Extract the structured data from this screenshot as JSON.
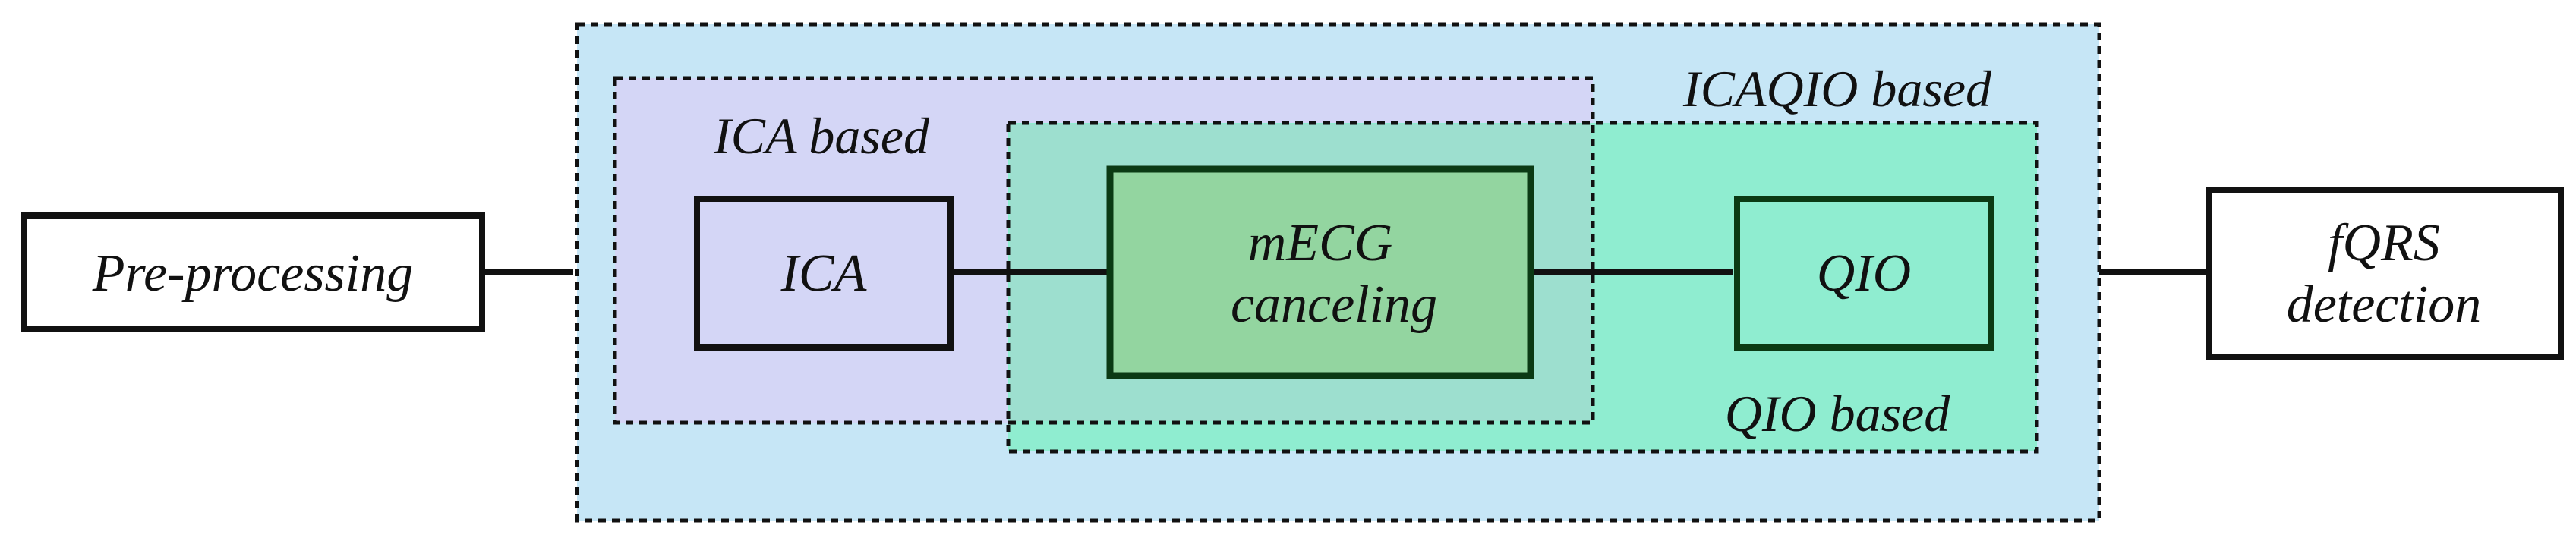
{
  "blocks": {
    "preprocessing": "Pre-processing",
    "ica": "ICA",
    "mecg_line1": "mECG",
    "mecg_line2": "canceling",
    "qio": "QIO",
    "fqrs_line1": "fQRS",
    "fqrs_line2": "detection"
  },
  "groups": {
    "icaqio": "ICAQIO based",
    "ica_based": "ICA based",
    "qio_based": "QIO based"
  },
  "colors": {
    "icaqio_fill": "#c6e6f6",
    "ica_fill": "#d4d6f6",
    "qio_fill": "#8fedd0",
    "overlap_fill": "#9ddfcf",
    "mecg_fill": "#93d5a0",
    "mecg_stroke": "#0b3a14",
    "qio_stroke": "#0b3a14"
  }
}
